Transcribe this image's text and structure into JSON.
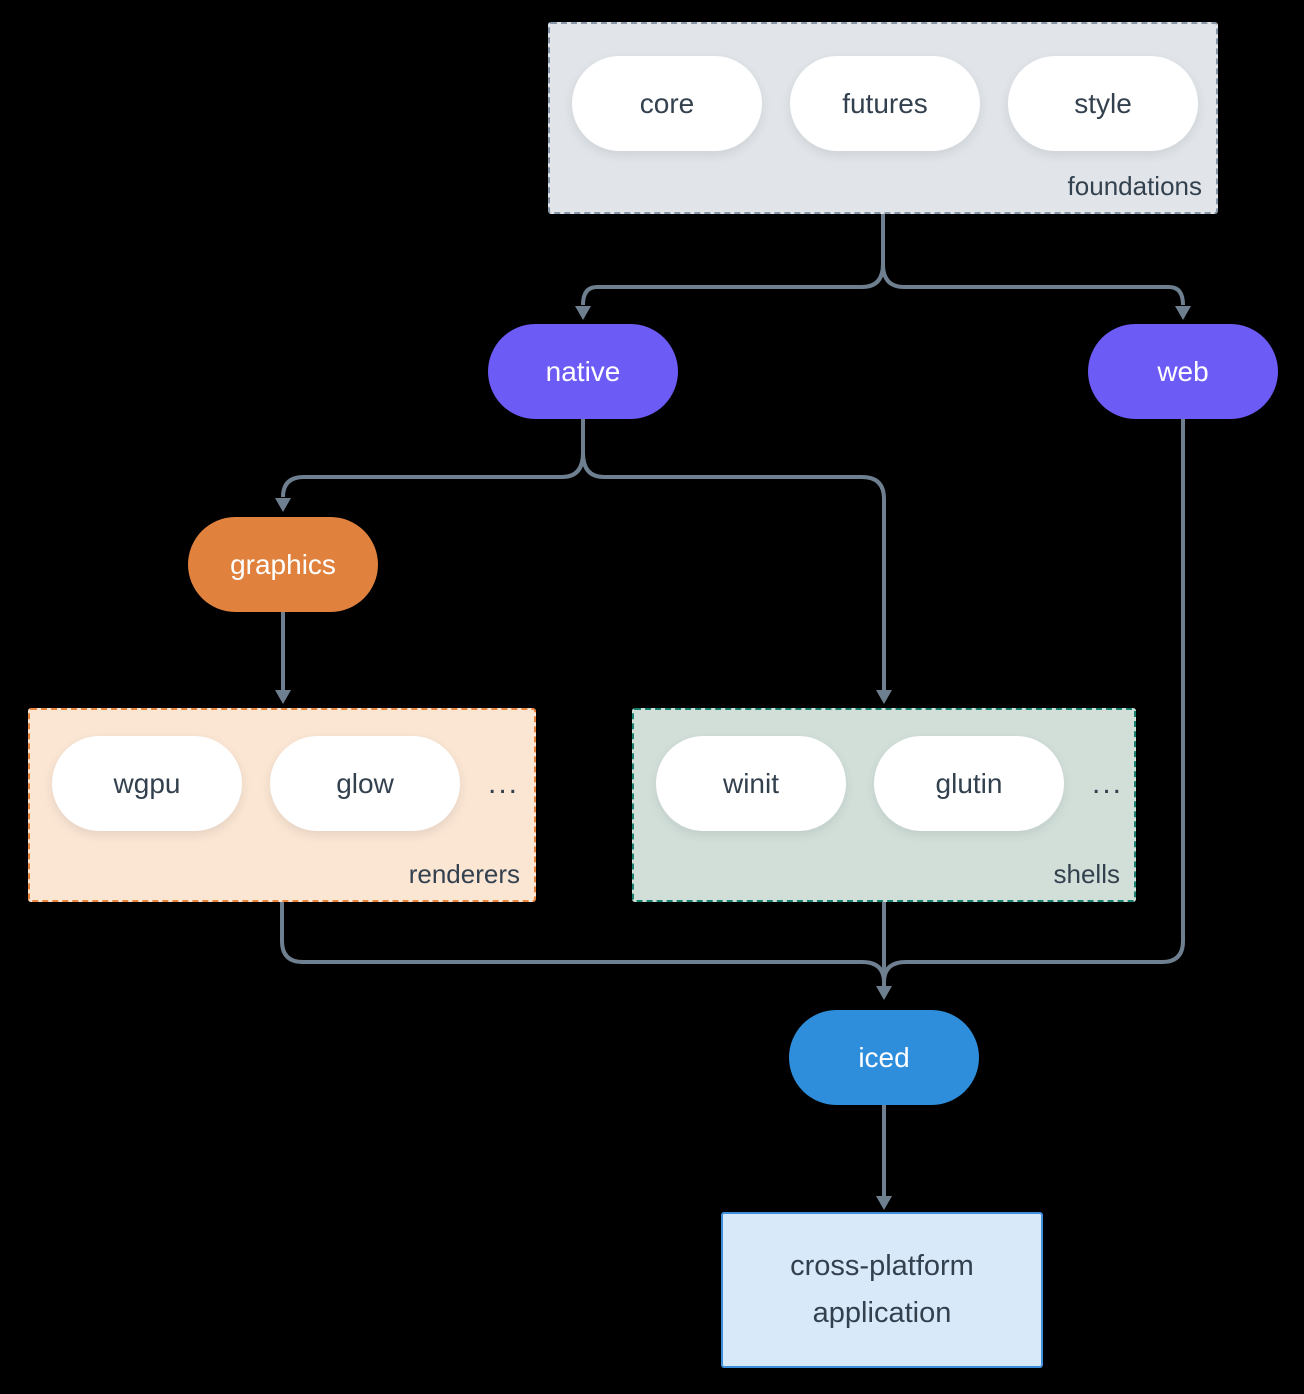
{
  "colors": {
    "background": "#000000",
    "connector": "#6e7f90",
    "node_purple": "#6d5bf5",
    "node_orange": "#e0823e",
    "node_blue": "#2e8edb",
    "foundations_bg": "#e1e5e9",
    "foundations_border": "#8897a7",
    "renderers_bg": "#fbe5d3",
    "renderers_border": "#e9863e",
    "shells_bg": "#d2dfd9",
    "shells_border": "#1a806e",
    "app_bg": "#d8e9f9",
    "app_border": "#3e8ed9",
    "pill_bg": "#ffffff",
    "text_dark": "#33414f"
  },
  "foundations": {
    "label": "foundations",
    "pills": [
      "core",
      "futures",
      "style"
    ]
  },
  "nodes": {
    "native": "native",
    "web": "web",
    "graphics": "graphics",
    "iced": "iced"
  },
  "renderers": {
    "label": "renderers",
    "pills": [
      "wgpu",
      "glow"
    ],
    "ellipsis": "..."
  },
  "shells": {
    "label": "shells",
    "pills": [
      "winit",
      "glutin"
    ],
    "ellipsis": "..."
  },
  "application": {
    "line1": "cross-platform",
    "line2": "application"
  }
}
